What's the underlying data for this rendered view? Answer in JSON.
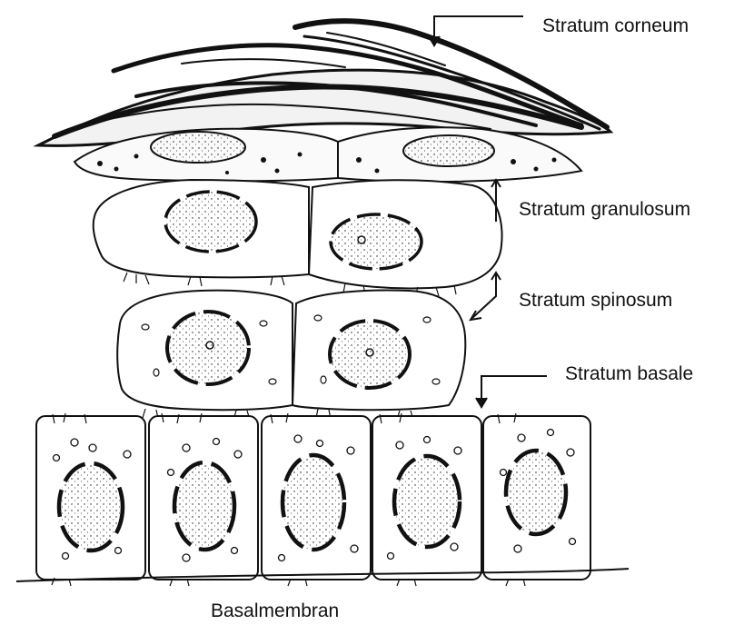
{
  "labels": {
    "stratum_corneum": "Stratum corneum",
    "stratum_granulosum": "Stratum granulosum",
    "stratum_spinosum": "Stratum spinosum",
    "stratum_basale": "Stratum basale",
    "basalmembran": "Basalmembran"
  },
  "layers": {
    "granulosum_cells": 2,
    "spinosum_cells": 2,
    "basale_cells": 5
  },
  "colors": {
    "ink": "#111111",
    "background": "#ffffff"
  }
}
